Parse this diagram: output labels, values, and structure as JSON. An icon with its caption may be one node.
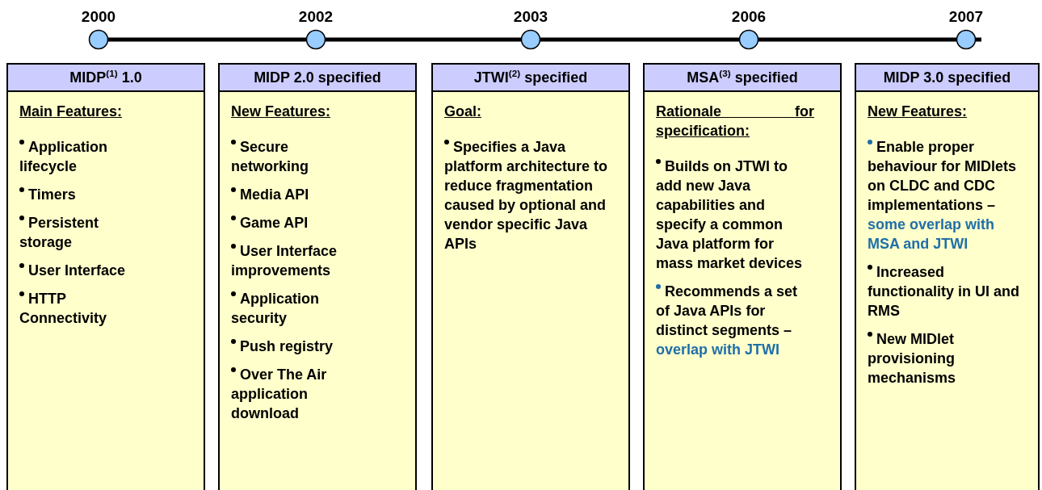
{
  "diagram": {
    "nodes": [
      {
        "text": [
          "2000"
        ]
      },
      {
        "text": [
          "2002"
        ]
      },
      {
        "text": [
          "2003"
        ]
      },
      {
        "text": [
          "2006"
        ]
      },
      {
        "text": [
          "2007"
        ]
      },
      {
        "text": [
          "MIDP$^{(1)}$ 1.0",
          "Main Features:",
          "Application lifecycle",
          "Timers",
          "Persistent storage",
          "User Interface",
          "HTTP Connectivity"
        ]
      },
      {
        "text": [
          "MIDP 2.0 specified",
          "New Features:",
          "Secure networking",
          "Media API",
          "Game API",
          "User Interface improvements",
          "Application security",
          "Push registry",
          "Over The Air application download"
        ]
      },
      {
        "text": [
          "JTWI$^{(2)}$ specified",
          "Goal:",
          "Specifies a Java platform architecture to reduce fragmentation caused by optional and vendor specific Java APIs"
        ]
      },
      {
        "text": [
          "MSA$^{(3)}$ specified",
          "Rationale for specification:",
          "Builds on JTWI to add new Java capabilities and specify a common Java platform for mass market devices",
          "Recommends a set of Java APIs for distinct segments –",
          "overlap with JTWI"
        ]
      },
      {
        "text": [
          "MIDP 3.0 specified",
          "New Features:",
          "Enable proper behaviour for MIDlets on CLDC and CDC implementations –",
          "some overlap with MSA and JTWI",
          "Increased functionality in UI and RMS",
          "New MIDlet provisioning mechanisms"
        ]
      }
    ],
    "edges": [
      {
        "from": 0,
        "to": 1,
        "arrow": "none"
      },
      {
        "from": 1,
        "to": 2,
        "arrow": "none"
      },
      {
        "from": 2,
        "to": 3,
        "arrow": "none"
      },
      {
        "from": 3,
        "to": 4,
        "arrow": "none"
      }
    ]
  }
}
